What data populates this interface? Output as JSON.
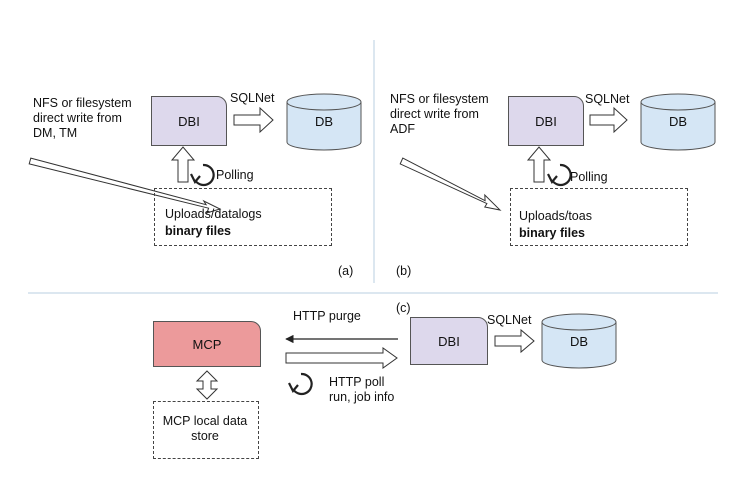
{
  "panel_a": {
    "source_text": "NFS or filesystem\ndirect write from\nDM, TM",
    "dbi_label": "DBI",
    "sqlnet_label": "SQLNet",
    "db_label": "DB",
    "polling_label": "Polling",
    "store_line1": "Uploads/datalogs",
    "store_line2": "binary files",
    "panel_label": "(a)"
  },
  "panel_b": {
    "source_text": "NFS or filesystem\ndirect write from\nADF",
    "dbi_label": "DBI",
    "sqlnet_label": "SQLNet",
    "db_label": "DB",
    "polling_label": "Polling",
    "store_line1": "Uploads/toas",
    "store_line2": "binary files",
    "panel_label": "(b)"
  },
  "panel_c": {
    "panel_label": "(c)",
    "mcp_label": "MCP",
    "http_purge_label": "HTTP purge",
    "http_poll_label": "HTTP poll\nrun, job info",
    "dbi_label": "DBI",
    "sqlnet_label": "SQLNet",
    "db_label": "DB",
    "store_label": "MCP local data\nstore"
  },
  "colors": {
    "dbi_fill": "#ddd8ec",
    "db_fill": "#d5e6f5",
    "mcp_fill": "#ec9a9b",
    "divider": "#b9cfe0"
  }
}
